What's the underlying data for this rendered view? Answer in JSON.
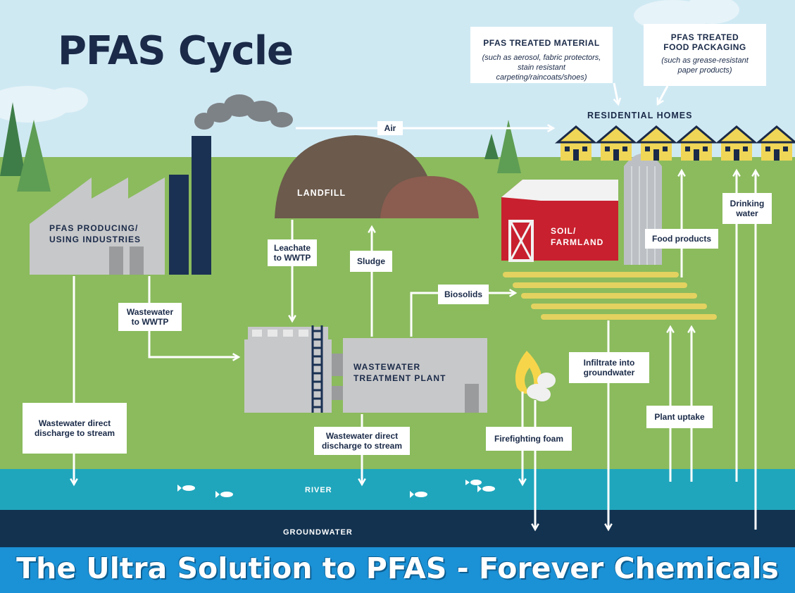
{
  "title": "PFAS Cycle",
  "banner": "The Ultra Solution to PFAS - Forever Chemicals",
  "colors": {
    "sky": "#cfe9f3",
    "grass": "#8bbb5d",
    "river": "#1fa6bc",
    "groundwater": "#123250",
    "navy": "#1a2a48",
    "banner": "#1b91d6",
    "barn": "#c8202e",
    "factory": "#c7c8ca",
    "landfill": "#6c5a4c",
    "field": "#e3d25f",
    "house": "#f0d657"
  },
  "nodes": {
    "industries": "PFAS PRODUCING/\nUSING INDUSTRIES",
    "landfill": "LANDFILL",
    "wwtp": "WASTEWATER\nTREATMENT PLANT",
    "farmland": "SOIL/\nFARMLAND",
    "homes": "RESIDENTIAL HOMES",
    "river": "RIVER",
    "groundwater": "GROUNDWATER"
  },
  "callouts": {
    "treated_material_title": "PFAS TREATED MATERIAL",
    "treated_material_desc": "(such as aerosol, fabric protectors, stain resistant carpeting/raincoats/shoes)",
    "food_packaging_title": "PFAS TREATED\nFOOD PACKAGING",
    "food_packaging_desc": "(such as grease-resistant paper products)"
  },
  "flows": {
    "air": "Air",
    "leachate": "Leachate\nto WWTP",
    "sludge": "Sludge",
    "biosolids": "Biosolids",
    "wastewater_to_wwtp": "Wastewater\nto WWTP",
    "wastewater_direct_industry": "Wastewater direct\ndischarge to stream",
    "wastewater_direct_wwtp": "Wastewater direct\ndischarge to stream",
    "firefighting_foam": "Firefighting foam",
    "infiltrate": "Infiltrate into\ngroundwater",
    "plant_uptake": "Plant uptake",
    "food_products": "Food products",
    "drinking_water": "Drinking\nwater"
  }
}
